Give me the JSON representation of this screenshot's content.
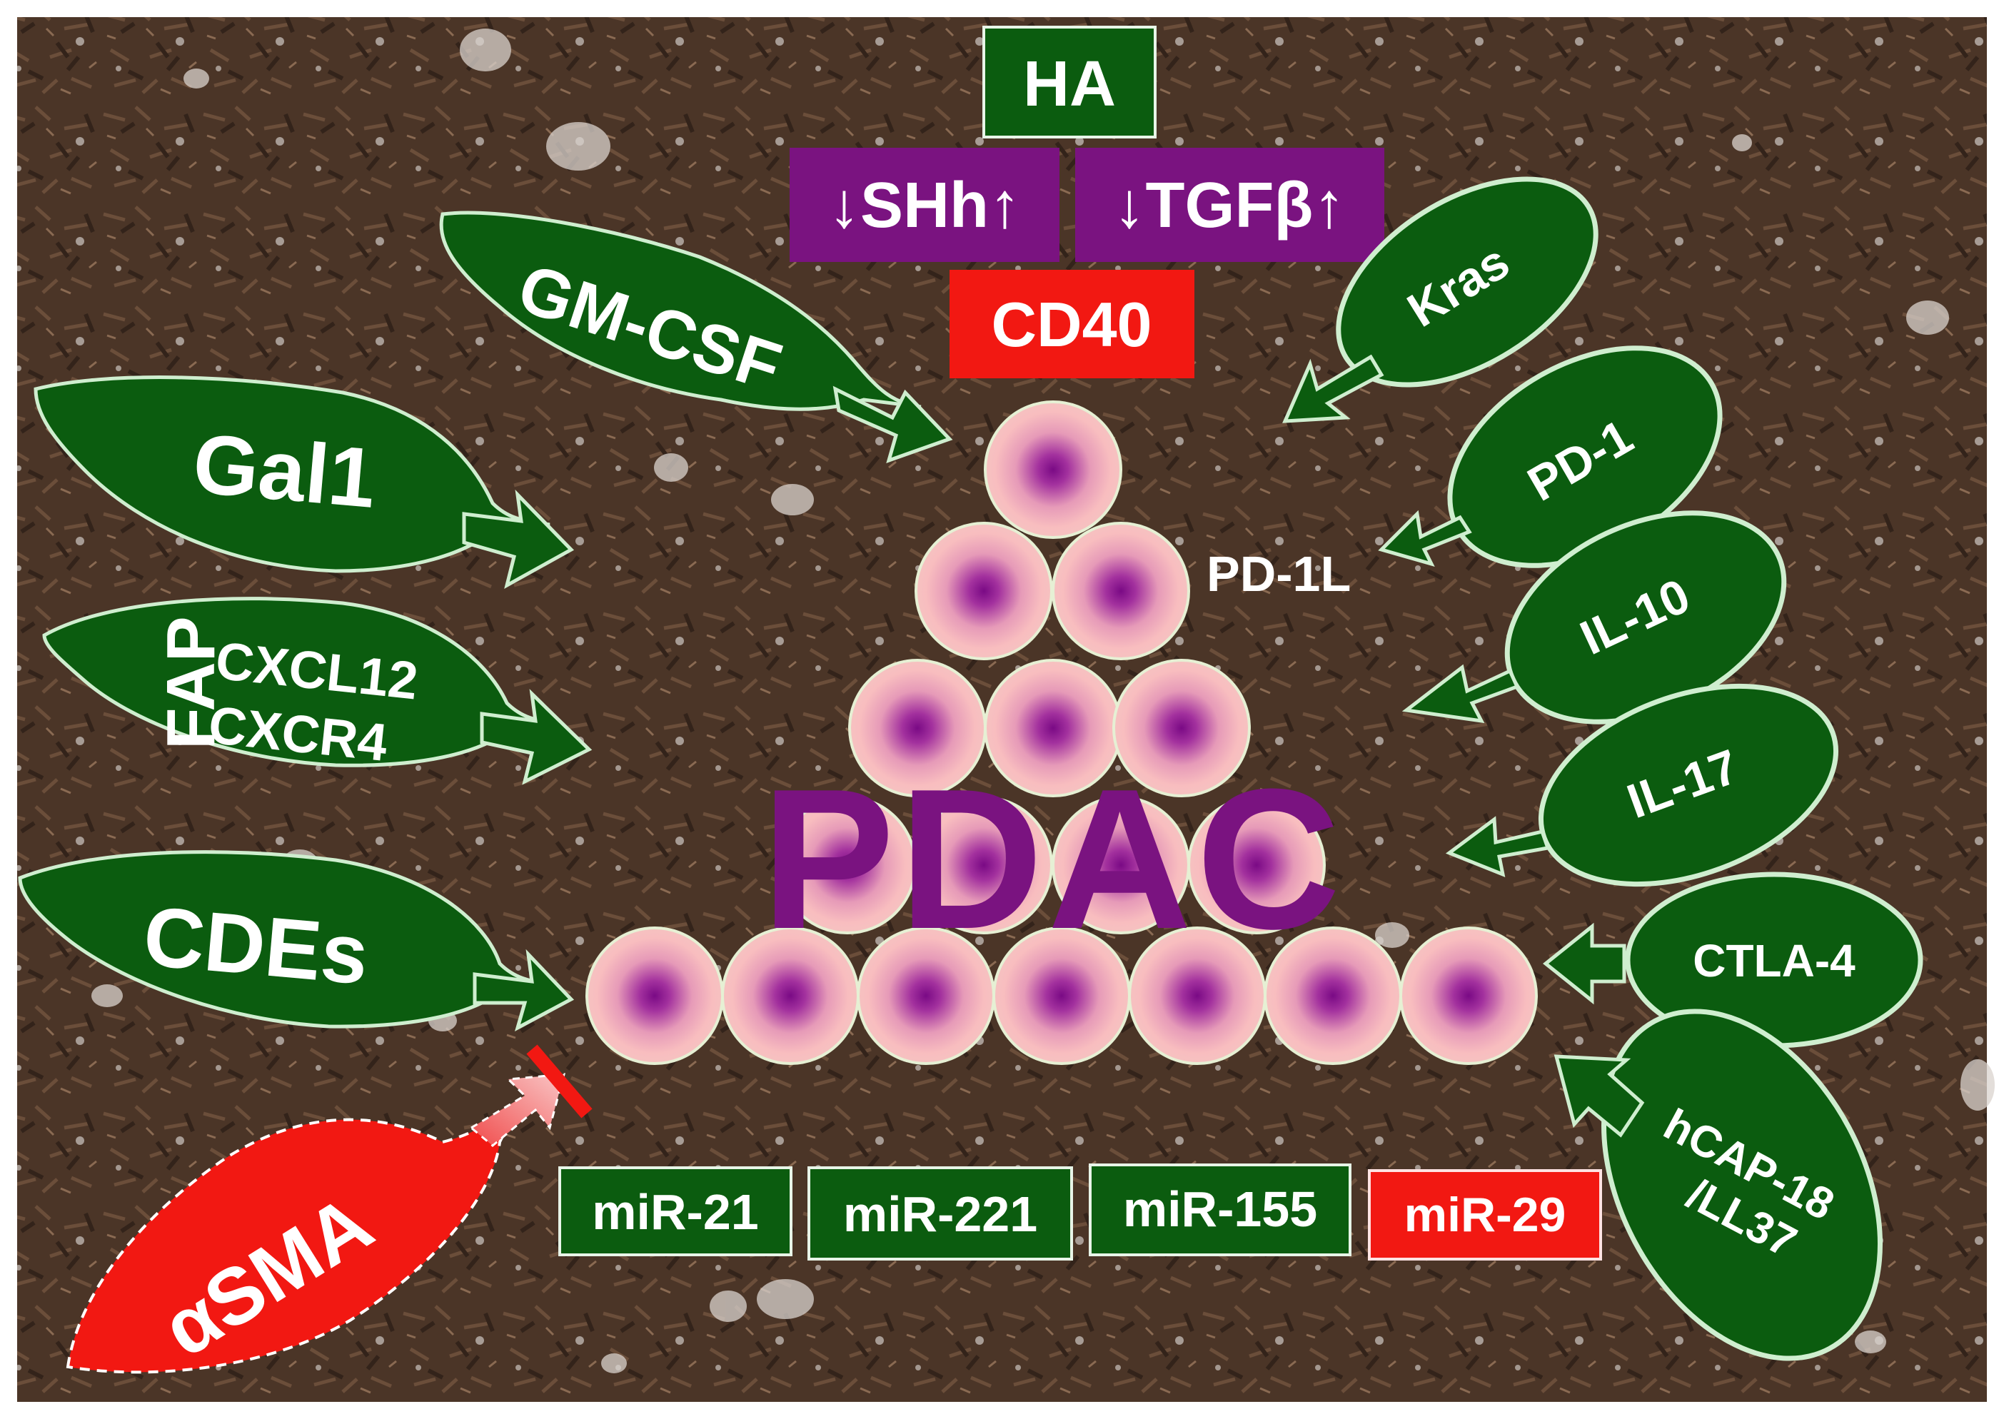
{
  "top_boxes": {
    "ha": "HA",
    "shh": "↓SHh↑",
    "tgfb": "↓TGFβ↑",
    "cd40": "CD40"
  },
  "left_leaves": {
    "gm_csf": "GM-CSF",
    "gal1": "Gal1",
    "fap": "FAP",
    "cxcl12": "CXCL12",
    "cxcr4": "CXCR4",
    "cdes": "CDEs",
    "asma": "αSMA"
  },
  "right_ovals": {
    "kras": "Kras",
    "pd1": "PD-1",
    "il10": "IL-10",
    "il17": "IL-17",
    "ctla4": "CTLA-4",
    "hcap_line1": "hCAP-18",
    "hcap_line2": "/LL37"
  },
  "center": {
    "pd1l": "PD-1L",
    "pdac": "PDAC"
  },
  "mirnas": {
    "mir21": "miR-21",
    "mir221": "miR-221",
    "mir155": "miR-155",
    "mir29": "miR-29"
  },
  "colors": {
    "green": "#0b5c0f",
    "green_border": "#cfeecf",
    "purple": "#7a1380",
    "red": "#f21812",
    "soil": "#4a3426",
    "cell_outer": "#f9bdbd",
    "cell_inner": "#8b0a8b"
  }
}
